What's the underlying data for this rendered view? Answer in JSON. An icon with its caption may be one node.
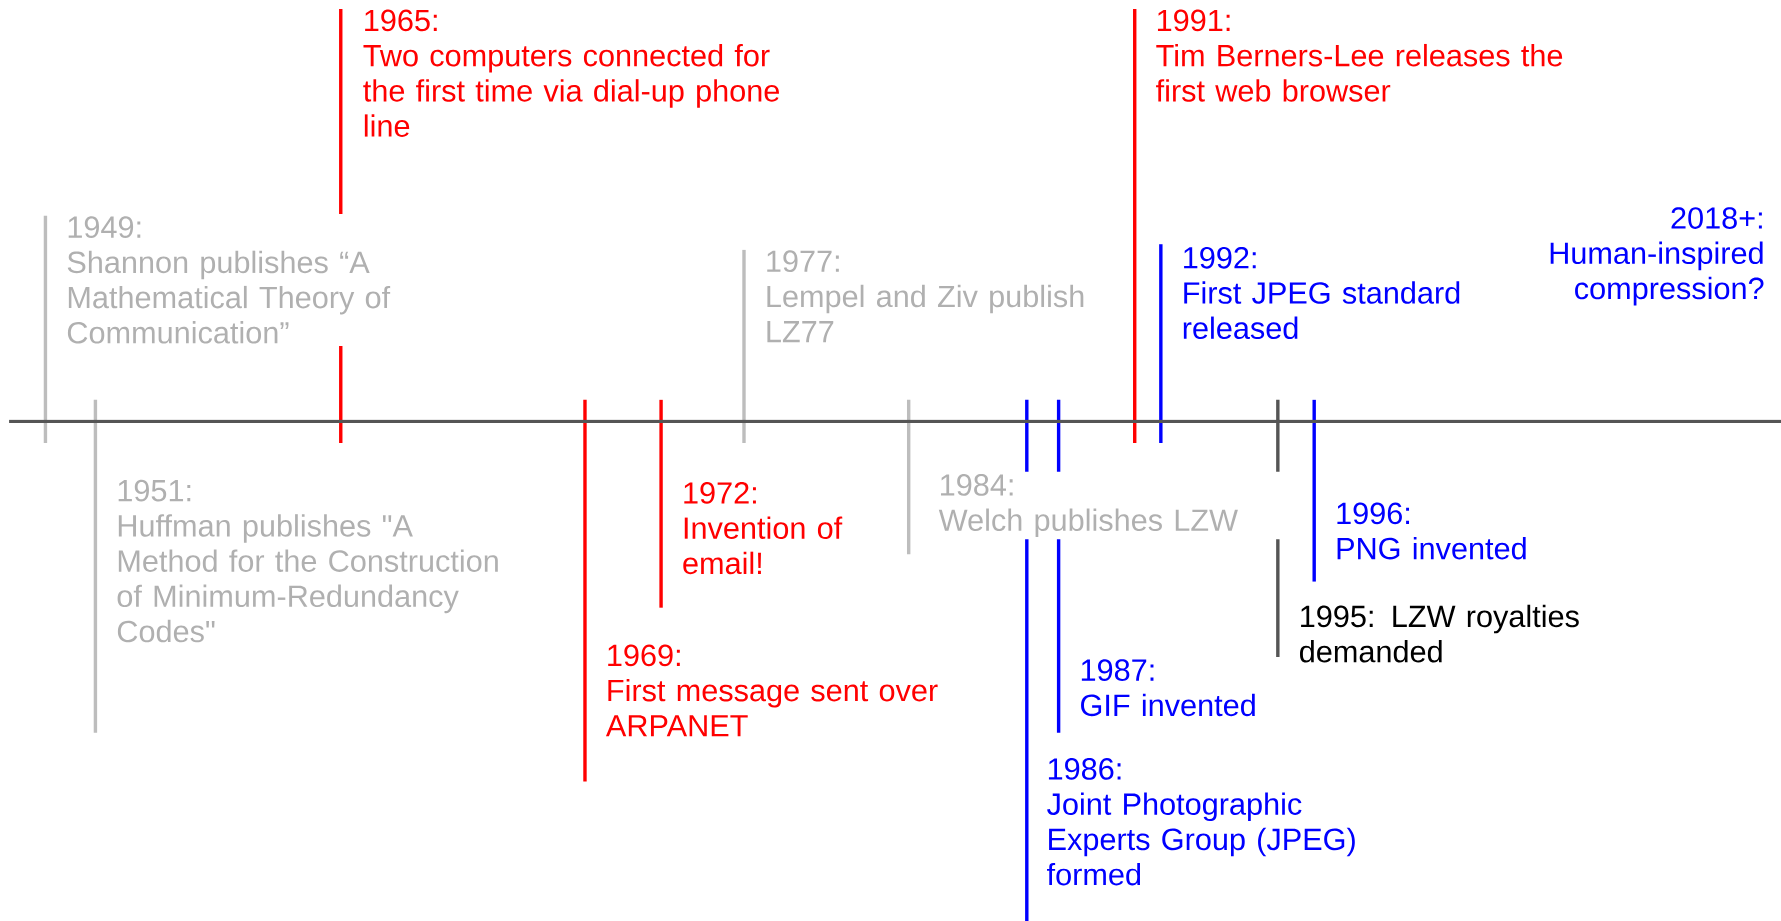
{
  "diagram": {
    "nodes": [
      {
        "text": [
          "1949:",
          "Shannon publishes “A Mathematical Theory of Communication”"
        ]
      },
      {
        "text": [
          "1951:",
          "Huffman publishes \"A Method for the Construction of Minimum-Redundancy Codes\""
        ]
      },
      {
        "text": [
          "1965:",
          "Two computers connected for the first time via dial-up phone line"
        ]
      },
      {
        "text": [
          "1969:",
          "First message sent over ARPANET"
        ]
      },
      {
        "text": [
          "1972:",
          "Invention of email!"
        ]
      },
      {
        "text": [
          "1977:",
          "Lempel and Ziv publish LZ77"
        ]
      },
      {
        "text": [
          "1984:",
          "Welch publishes LZW"
        ]
      },
      {
        "text": [
          "1986:",
          "Joint Photographic Experts Group (JPEG) formed"
        ]
      },
      {
        "text": [
          "1987:",
          "GIF invented"
        ]
      },
      {
        "text": [
          "1991:",
          "Tim Berners-Lee releases the first web browser"
        ]
      },
      {
        "text": [
          "1992:",
          "First JPEG standard released"
        ]
      },
      {
        "text": [
          "1995: LZW royalties demanded"
        ]
      },
      {
        "text": [
          "1996:",
          "PNG invented"
        ]
      },
      {
        "text": [
          "2018+:",
          "Human-inspired compression?"
        ]
      }
    ]
  }
}
